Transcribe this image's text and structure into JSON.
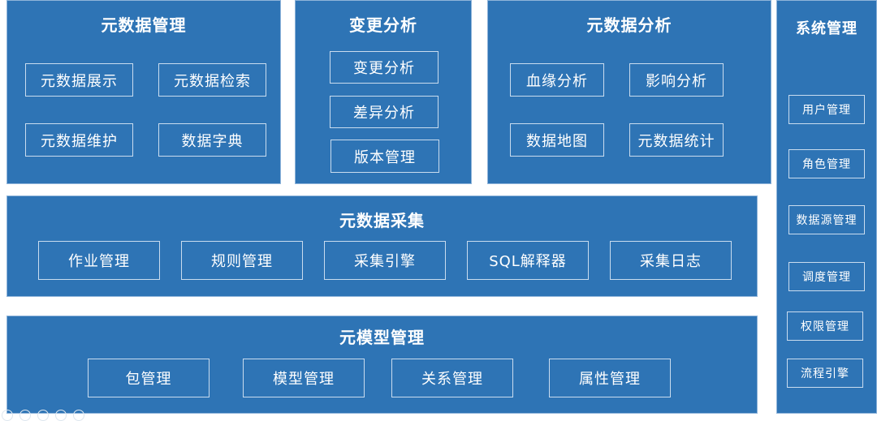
{
  "colors": {
    "panel": "#2e74b5",
    "border": "#c9dcef",
    "text": "#ffffff",
    "background": "#ffffff"
  },
  "metadata_management": {
    "title": "元数据管理",
    "items": [
      "元数据展示",
      "元数据检索",
      "元数据维护",
      "数据字典"
    ]
  },
  "change_analysis": {
    "title": "变更分析",
    "items": [
      "变更分析",
      "差异分析",
      "版本管理"
    ]
  },
  "metadata_analysis": {
    "title": "元数据分析",
    "items": [
      "血缘分析",
      "影响分析",
      "数据地图",
      "元数据统计"
    ]
  },
  "metadata_collection": {
    "title": "元数据采集",
    "items": [
      "作业管理",
      "规则管理",
      "采集引擎",
      "SQL解释器",
      "采集日志"
    ]
  },
  "metamodel_management": {
    "title": "元模型管理",
    "items": [
      "包管理",
      "模型管理",
      "关系管理",
      "属性管理"
    ]
  },
  "system_management": {
    "title": "系统管理",
    "items": [
      "用户管理",
      "角色管理",
      "数据源管理",
      "调度管理",
      "权限管理",
      "流程引擎"
    ]
  }
}
